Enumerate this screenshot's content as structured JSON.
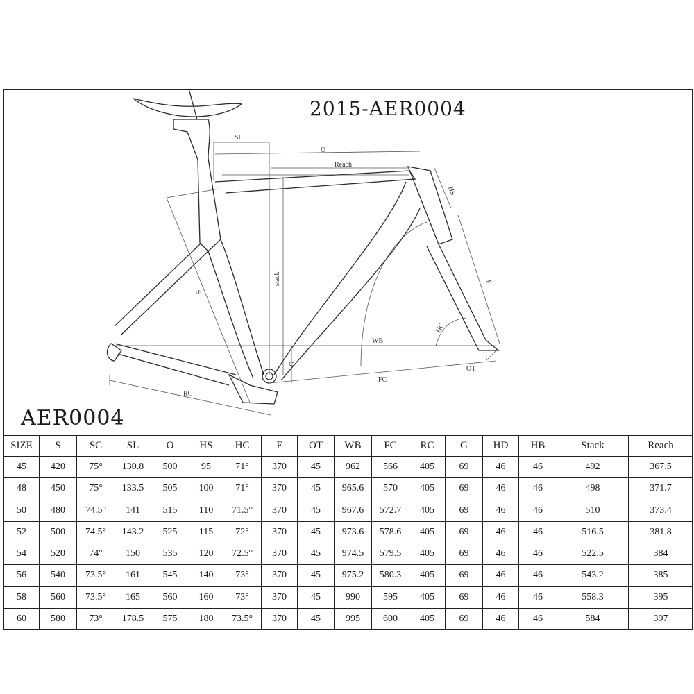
{
  "title": "2015-AER0004",
  "model": "AER0004",
  "dimension_labels": {
    "sl": "SL",
    "o": "O",
    "reach": "Reach",
    "hs": "HS",
    "s": "S",
    "stack": "stack",
    "f": "F",
    "hc": "HC",
    "wb": "WB",
    "g": "G",
    "fc": "FC",
    "ot": "OT",
    "rc": "RC"
  },
  "table": {
    "headers": [
      "SIZE",
      "S",
      "SC",
      "SL",
      "O",
      "HS",
      "HC",
      "F",
      "OT",
      "WB",
      "FC",
      "RC",
      "G",
      "HD",
      "HB",
      "Stack",
      "Reach"
    ],
    "rows": [
      [
        "45",
        "420",
        "75°",
        "130.8",
        "500",
        "95",
        "71°",
        "370",
        "45",
        "962",
        "566",
        "405",
        "69",
        "46",
        "46",
        "492",
        "367.5"
      ],
      [
        "48",
        "450",
        "75°",
        "133.5",
        "505",
        "100",
        "71°",
        "370",
        "45",
        "965.6",
        "570",
        "405",
        "69",
        "46",
        "46",
        "498",
        "371.7"
      ],
      [
        "50",
        "480",
        "74.5°",
        "141",
        "515",
        "110",
        "71.5°",
        "370",
        "45",
        "967.6",
        "572.7",
        "405",
        "69",
        "46",
        "46",
        "510",
        "373.4"
      ],
      [
        "52",
        "500",
        "74.5°",
        "143.2",
        "525",
        "115",
        "72°",
        "370",
        "45",
        "973.6",
        "578.6",
        "405",
        "69",
        "46",
        "46",
        "516.5",
        "381.8"
      ],
      [
        "54",
        "520",
        "74°",
        "150",
        "535",
        "120",
        "72.5°",
        "370",
        "45",
        "974.5",
        "579.5",
        "405",
        "69",
        "46",
        "46",
        "522.5",
        "384"
      ],
      [
        "56",
        "540",
        "73.5°",
        "161",
        "545",
        "140",
        "73°",
        "370",
        "45",
        "975.2",
        "580.3",
        "405",
        "69",
        "46",
        "46",
        "543.2",
        "385"
      ],
      [
        "58",
        "560",
        "73.5°",
        "165",
        "560",
        "160",
        "73°",
        "370",
        "45",
        "990",
        "595",
        "405",
        "69",
        "46",
        "46",
        "558.3",
        "395"
      ],
      [
        "60",
        "580",
        "73°",
        "178.5",
        "575",
        "180",
        "73.5°",
        "370",
        "45",
        "995",
        "600",
        "405",
        "69",
        "46",
        "46",
        "584",
        "397"
      ]
    ]
  }
}
